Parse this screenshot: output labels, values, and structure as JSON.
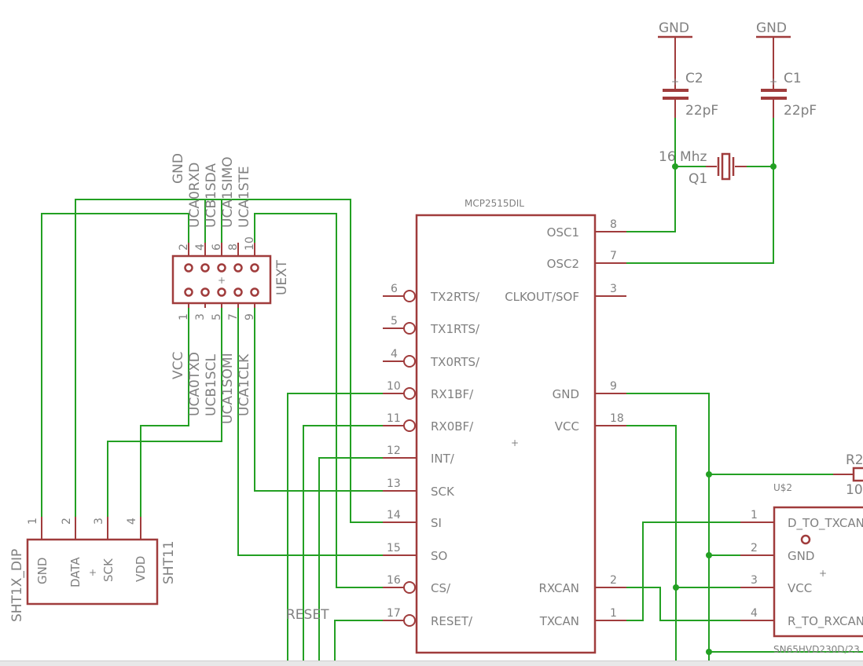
{
  "power": {
    "gnd_left": "GND",
    "gnd_right": "GND"
  },
  "caps": {
    "c2": {
      "name": "C2",
      "value": "22pF"
    },
    "c1": {
      "name": "C1",
      "value": "22pF"
    }
  },
  "crystal": {
    "name": "Q1",
    "value": "16 Mhz"
  },
  "mcp": {
    "name": "MCP2515DIL",
    "left_pins": [
      {
        "num": "6",
        "label": "TX2RTS/"
      },
      {
        "num": "5",
        "label": "TX1RTS/"
      },
      {
        "num": "4",
        "label": "TX0RTS/"
      },
      {
        "num": "10",
        "label": "RX1BF/"
      },
      {
        "num": "11",
        "label": "RX0BF/"
      },
      {
        "num": "12",
        "label": "INT/"
      },
      {
        "num": "13",
        "label": "SCK"
      },
      {
        "num": "14",
        "label": "SI"
      },
      {
        "num": "15",
        "label": "SO"
      },
      {
        "num": "16",
        "label": "CS/"
      },
      {
        "num": "17",
        "label": "RESET/"
      }
    ],
    "right_pins": [
      {
        "num": "8",
        "label": "OSC1"
      },
      {
        "num": "7",
        "label": "OSC2"
      },
      {
        "num": "3",
        "label": "CLKOUT/SOF"
      },
      {
        "num": "9",
        "label": "GND"
      },
      {
        "num": "18",
        "label": "VCC"
      },
      {
        "num": "2",
        "label": "RXCAN"
      },
      {
        "num": "1",
        "label": "TXCAN"
      }
    ]
  },
  "uext": {
    "name": "UEXT",
    "top_signals": [
      "GND",
      "UCA0RXD",
      "UCB1SDA",
      "UCA1SIMO",
      "UCA1STE"
    ],
    "top_nums": [
      "2",
      "4",
      "6",
      "8",
      "10"
    ],
    "bottom_nums": [
      "1",
      "3",
      "5",
      "7",
      "9"
    ],
    "bottom_signals": [
      "VCC",
      "UCA0TXD",
      "UCB1SCL",
      "UCA1SOMI",
      "UCA1CLK"
    ]
  },
  "sht": {
    "name": "SHT11",
    "package": "SHT1X_DIP",
    "pins": [
      {
        "num": "1",
        "label": "GND"
      },
      {
        "num": "2",
        "label": "DATA"
      },
      {
        "num": "3",
        "label": "SCK"
      },
      {
        "num": "4",
        "label": "VDD"
      }
    ]
  },
  "transceiver": {
    "name": "U$2",
    "part": "SN65HVD230D/23",
    "pins": [
      {
        "num": "1",
        "label": "D_TO_TXCAN"
      },
      {
        "num": "2",
        "label": "GND"
      },
      {
        "num": "3",
        "label": "VCC"
      },
      {
        "num": "4",
        "label": "R_TO_RXCAN"
      }
    ]
  },
  "resistor": {
    "name": "R2",
    "value": "10"
  },
  "net_labels": {
    "reset": "RESET"
  }
}
